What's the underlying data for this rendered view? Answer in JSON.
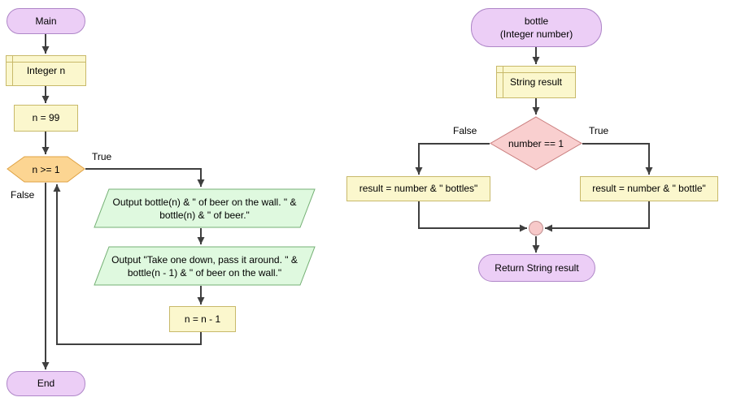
{
  "colors": {
    "background": "#FFFFFF",
    "line": "#3F3F3F",
    "terminal_fill": "#ECCEF6",
    "terminal_border": "#AF87C8",
    "declare_fill": "#FBF7CD",
    "declare_border": "#C8B96A",
    "loop_fill": "#FCD592",
    "loop_border": "#DFA243",
    "if_fill": "#F9CFCF",
    "if_border": "#C97C7C",
    "output_fill": "#DFF9DF",
    "output_border": "#74B074",
    "merge_fill": "#F7C9C9",
    "merge_border": "#C09090"
  },
  "main_chart": {
    "start_label": "Main",
    "declare_label": "Integer n",
    "assign1_label": "n = 99",
    "loop_condition": "n >= 1",
    "loop_true_label": "True",
    "loop_false_label": "False",
    "output1_line1": "Output bottle(n) & \" of beer on the wall. \" &",
    "output1_line2": "bottle(n) & \" of beer.\"",
    "output2_line1": "Output \"Take one down, pass it around. \" &",
    "output2_line2": "bottle(n - 1) & \" of beer on the wall.\"",
    "assign2_label": "n = n - 1",
    "end_label": "End"
  },
  "bottle_chart": {
    "start_line1": "bottle",
    "start_line2": "(Integer number)",
    "declare_label": "String result",
    "if_condition": "number == 1",
    "if_false_label": "False",
    "if_true_label": "True",
    "false_assign_label": "result = number & \" bottles\"",
    "true_assign_label": "result = number & \" bottle\"",
    "return_label": "Return String result"
  }
}
